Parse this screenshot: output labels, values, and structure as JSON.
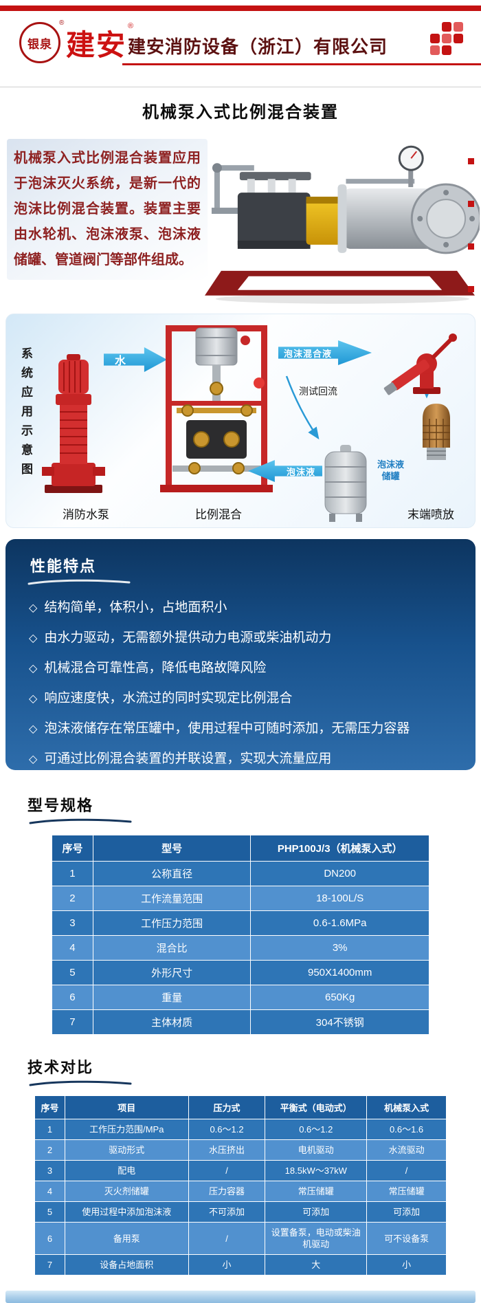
{
  "header": {
    "logo_emblem_text": "银泉",
    "logo_brand_text": "建安",
    "reg_mark": "®",
    "company_name": "建安消防设备（浙江）有限公司"
  },
  "page_title": "机械泵入式比例混合装置",
  "intro": {
    "paragraph": "机械泵入式比例混合装置应用于泡沫灭火系统，是新一代的泡沫比例混合装置。装置主要由水轮机、泡沫液泵、泡沫液储罐、管道阀门等部件组成。"
  },
  "diagram": {
    "side_label": "系统应用示意图",
    "water_arrow_label": "水",
    "foam_mix_arrow_label": "泡沫混合液",
    "test_return_label": "测试回流",
    "foam_liquid_arrow_label": "泡沫液",
    "tank_label_line1": "泡沫液",
    "tank_label_line2": "储罐",
    "bottom_labels": [
      "消防水泵",
      "比例混合",
      "末端喷放"
    ]
  },
  "features": {
    "heading": "性能特点",
    "bullet": "◇",
    "items": [
      "结构简单，体积小，占地面积小",
      "由水力驱动，无需额外提供动力电源或柴油机动力",
      "机械混合可靠性高，降低电路故障风险",
      "响应速度快，水流过的同时实现定比例混合",
      "泡沫液储存在常压罐中，使用过程中可随时添加，无需压力容器",
      "可通过比例混合装置的并联设置，实现大流量应用"
    ]
  },
  "spec": {
    "heading": "型号规格",
    "table": {
      "headers": [
        "序号",
        "型号",
        "PHP100J/3（机械泵入式）"
      ],
      "rows": [
        [
          "1",
          "公称直径",
          "DN200"
        ],
        [
          "2",
          "工作流量范围",
          "18-100L/S"
        ],
        [
          "3",
          "工作压力范围",
          "0.6-1.6MPa"
        ],
        [
          "4",
          "混合比",
          "3%"
        ],
        [
          "5",
          "外形尺寸",
          "950X1400mm"
        ],
        [
          "6",
          "重量",
          "650Kg"
        ],
        [
          "7",
          "主体材质",
          "304不锈钢"
        ]
      ]
    }
  },
  "compare": {
    "heading": "技术对比",
    "table": {
      "headers": [
        "序号",
        "项目",
        "压力式",
        "平衡式（电动式）",
        "机械泵入式"
      ],
      "rows": [
        [
          "1",
          "工作压力范围/MPa",
          "0.6～1.2",
          "0.6～1.2",
          "0.6～1.6"
        ],
        [
          "2",
          "驱动形式",
          "水压挤出",
          "电机驱动",
          "水流驱动"
        ],
        [
          "3",
          "配电",
          "/",
          "18.5kW～37kW",
          "/"
        ],
        [
          "4",
          "灭火剂储罐",
          "压力容器",
          "常压储罐",
          "常压储罐"
        ],
        [
          "5",
          "使用过程中添加泡沫液",
          "不可添加",
          "可添加",
          "可添加"
        ],
        [
          "6",
          "备用泵",
          "/",
          "设置备泵，电动或柴油机驱动",
          "可不设备泵"
        ],
        [
          "7",
          "设备占地面积",
          "小",
          "大",
          "小"
        ]
      ]
    }
  },
  "colors": {
    "accent_red": "#c41212",
    "brand_red": "#cc1111",
    "company_name_maroon": "#5c1111",
    "intro_text_red": "#8e2121",
    "panel_blue_top": "#0d3560",
    "panel_blue_bottom": "#2e6dab",
    "table_header_blue": "#1d5e9e",
    "table_row_dark": "#2e75b6",
    "table_row_light": "#5191cf",
    "arrow_blue": "#1f97d4",
    "tank_label_blue": "#1f7ec2"
  }
}
